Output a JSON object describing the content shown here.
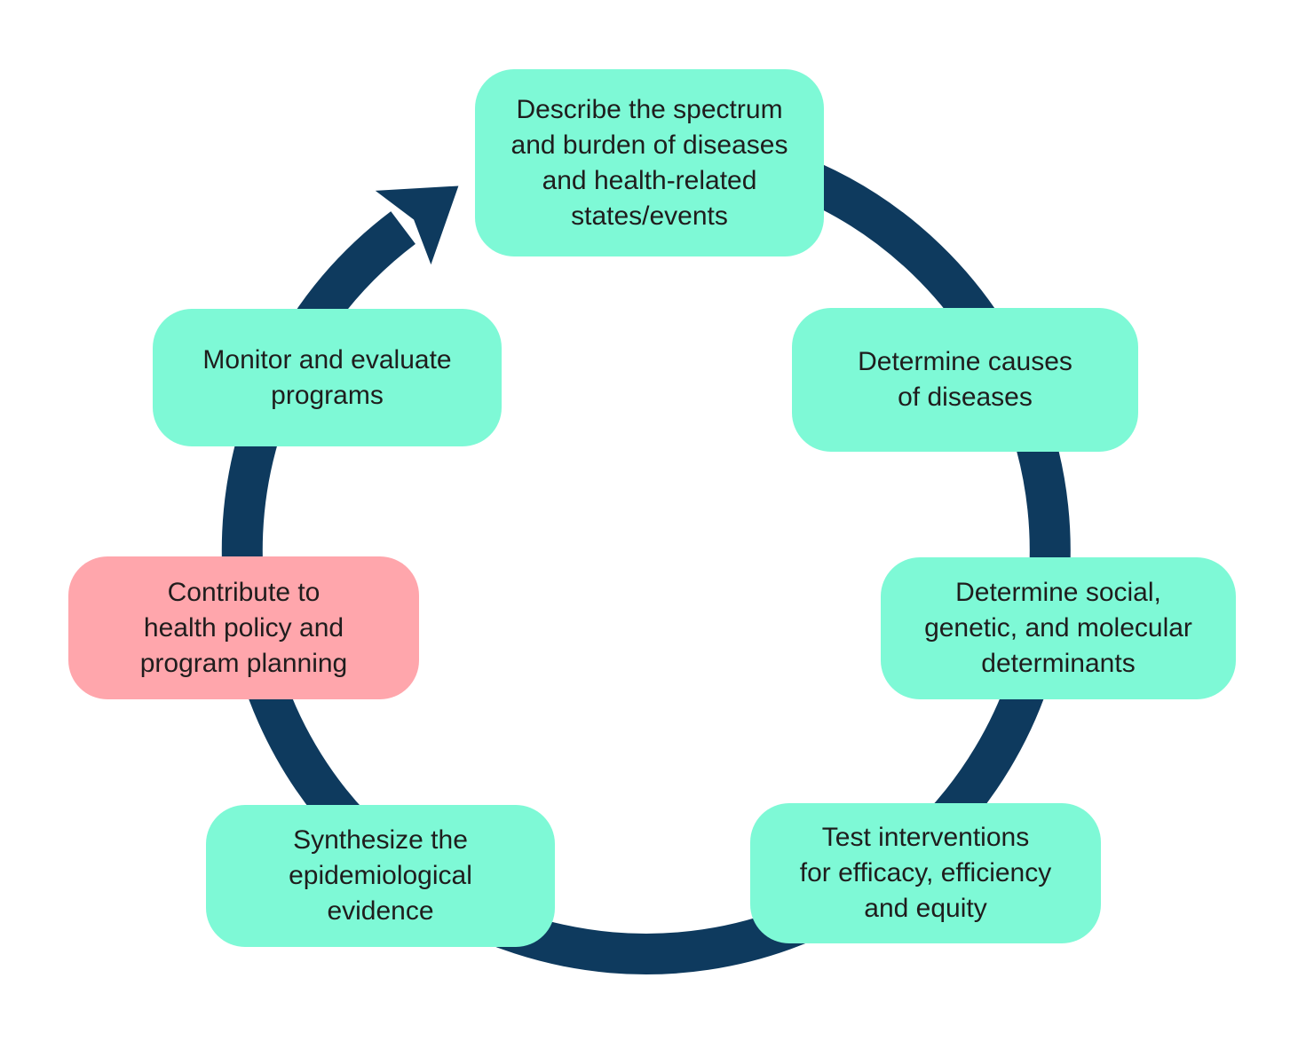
{
  "diagram": {
    "name": "epidemiology-cycle",
    "colors": {
      "ring": "#0E3A5E",
      "box_green": "#7EF9D6",
      "box_pink": "#FFA6AC",
      "text": "#1F1D1D",
      "background": "#FFFFFF"
    },
    "ring": {
      "direction": "clockwise",
      "arrow": "clockwise-arrow"
    },
    "steps": [
      {
        "id": "describe-spectrum",
        "label": "Describe the spectrum\nand burden of diseases\nand health-related\nstates/events",
        "variant": "green",
        "position": "top"
      },
      {
        "id": "determine-causes",
        "label": "Determine causes\nof diseases",
        "variant": "green",
        "position": "upper-right"
      },
      {
        "id": "determine-determinants",
        "label": "Determine social,\ngenetic, and molecular\ndeterminants",
        "variant": "green",
        "position": "lower-right"
      },
      {
        "id": "test-interventions",
        "label": "Test interventions\nfor efficacy, efficiency\nand equity",
        "variant": "green",
        "position": "bottom-right"
      },
      {
        "id": "synthesize-evidence",
        "label": "Synthesize the\nepidemiological\nevidence",
        "variant": "green",
        "position": "bottom-left"
      },
      {
        "id": "contribute-policy",
        "label": "Contribute to\nhealth policy and\nprogram planning",
        "variant": "pink",
        "position": "lower-left"
      },
      {
        "id": "monitor-evaluate",
        "label": "Monitor and evaluate\nprograms",
        "variant": "green",
        "position": "upper-left"
      }
    ]
  }
}
